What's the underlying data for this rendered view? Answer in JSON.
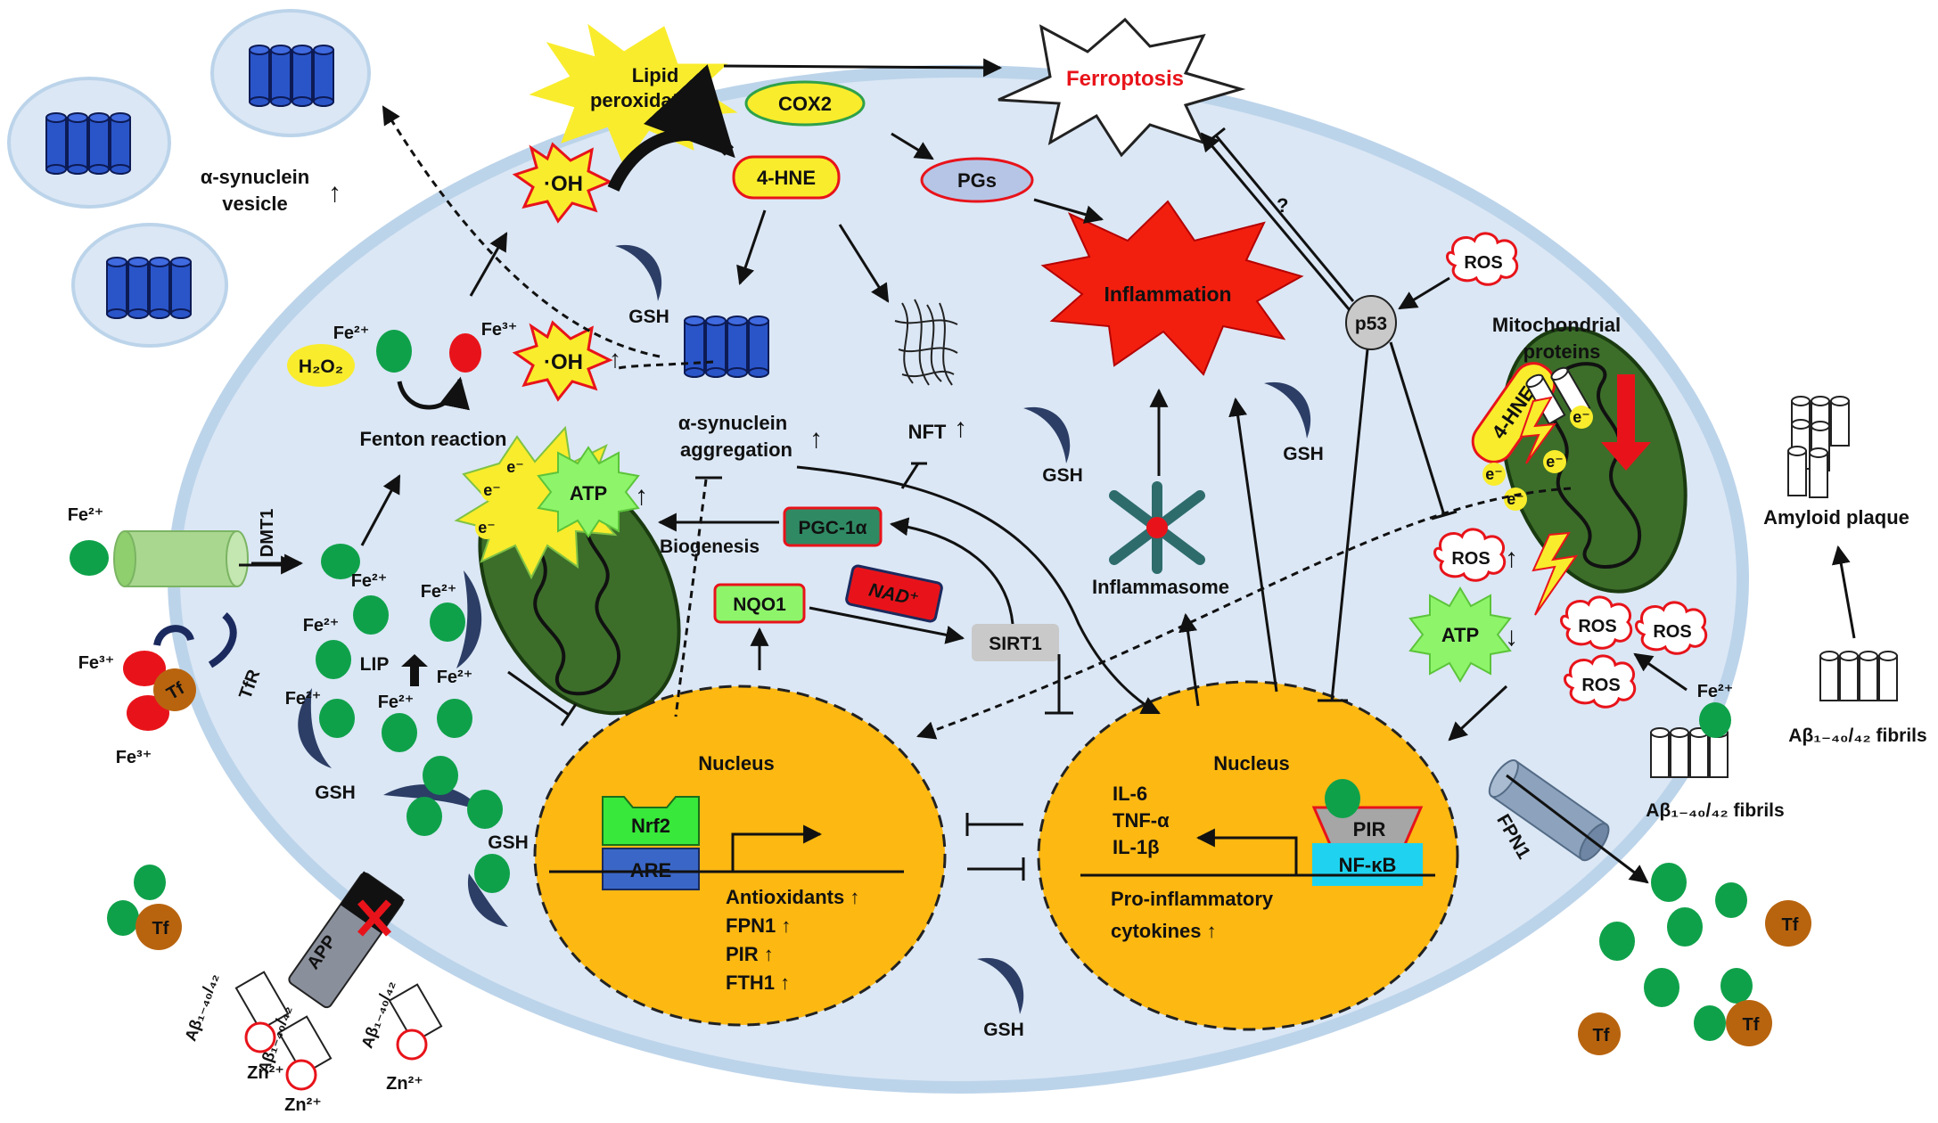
{
  "colors": {
    "cell_fill": "#dbe7f5",
    "cell_border": "#bcd4ea",
    "nucleus_fill": "#fdb812",
    "iron_green": "#0fa14a",
    "iron_red": "#e8131a",
    "mito_green": "#3c6e2a",
    "synuclein_blue": "#2a55c9",
    "gsh_navy": "#2c3e66",
    "tf_brown": "#b8640f",
    "inflammation_red": "#f21f0f",
    "ferroptosis_red": "#e8131a",
    "lipid_yellow": "#f9ec2c",
    "pgc_green": "#2f8a64",
    "nqo1_green": "#8ef56b",
    "nrf2_green": "#38e83a",
    "are_blue": "#3a67c7",
    "nfkb_cyan": "#1fd3f0",
    "amyloid_gray": "#c9c9c9"
  },
  "labels": {
    "ferroptosis": "Ferroptosis",
    "lipid_peroxidation_1": "Lipid",
    "lipid_peroxidation_2": "peroxidation",
    "cox2": "COX2",
    "hne": "4-HNE",
    "pgs": "PGs",
    "inflammation": "Inflammation",
    "oh": "·OH",
    "synuclein_vesicle_1": "α-synuclein",
    "synuclein_vesicle_2": "vesicle",
    "synuclein_aggregation_1": "α-synuclein",
    "synuclein_aggregation_2": "aggregation",
    "up_arrow": "↑",
    "down_arrow": "↓",
    "gsh": "GSH",
    "nft": "NFT",
    "p53": "p53",
    "ros": "ROS",
    "question": "?",
    "mito_proteins_1": "Mitochondrial",
    "mito_proteins_2": "proteins",
    "electron": "e⁻",
    "h2o2": "H₂O₂",
    "fe2": "Fe²⁺",
    "fe3": "Fe³⁺",
    "fenton": "Fenton reaction",
    "dmt1": "DMT1",
    "tfr": "TfR",
    "tf": "Tf",
    "lip": "LIP",
    "atp": "ATP",
    "biogenesis": "Biogenesis",
    "pgc1a": "PGC-1α",
    "nqo1": "NQO1",
    "nad": "NAD⁺",
    "sirt1": "SIRT1",
    "inflammasome": "Inflammasome",
    "nucleus": "Nucleus",
    "nrf2": "Nrf2",
    "are": "ARE",
    "antioxidants": "Antioxidants ↑",
    "fpn1_up": "FPN1 ↑",
    "pir_up": "PIR ↑",
    "fth1_up": "FTH1 ↑",
    "il6": "IL-6",
    "tnfa": "TNF-α",
    "il1b": "IL-1β",
    "pro_inflammatory_1": "Pro-inflammatory",
    "pro_inflammatory_2": "cytokines ↑",
    "pir": "PIR",
    "nfkb": "NF-κB",
    "fpn1": "FPN1",
    "app": "APP",
    "abeta": "Aβ₁₋₄₀/₄₂",
    "zn2": "Zn²⁺",
    "amyloid_plaque": "Amyloid plaque",
    "abeta_fibrils": "Aβ₁₋₄₀/₄₂ fibrils"
  }
}
